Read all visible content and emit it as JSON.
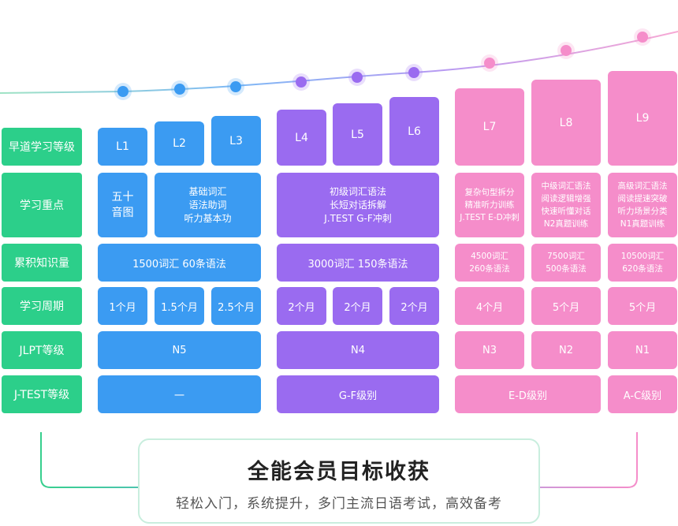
{
  "colors": {
    "green": "#2ccf8a",
    "blue": "#3b9bf2",
    "purple": "#9a6bf0",
    "pink": "#f58dca"
  },
  "row_labels": [
    "早道学习等级",
    "学习重点",
    "累积知识量",
    "学习周期",
    "JLPT等级",
    "J-TEST等级"
  ],
  "levels": [
    "L1",
    "L2",
    "L3",
    "L4",
    "L5",
    "L6",
    "L7",
    "L8",
    "L9"
  ],
  "focus": {
    "l1": "五十\n音图",
    "l2_l3": "基础词汇\n语法助词\n听力基本功",
    "l4_l6": "初级词汇语法\n长短对话拆解\nJ.TEST G-F冲刺",
    "l7": "复杂句型拆分\n精准听力训练\nJ.TEST E-D冲刺",
    "l8": "中级词汇语法\n阅读逻辑增强\n快速听懂对话\nN2真题训练",
    "l9": "高级词汇语法\n阅读提速突破\n听力场景分类\nN1真题训练"
  },
  "knowledge": {
    "blue": "1500词汇  60条语法",
    "purple": "3000词汇   150条语法",
    "l7": "4500词汇\n260条语法",
    "l8": "7500词汇\n500条语法",
    "l9": "10500词汇\n620条语法"
  },
  "period": [
    "1个月",
    "1.5个月",
    "2.5个月",
    "2个月",
    "2个月",
    "2个月",
    "4个月",
    "5个月",
    "5个月"
  ],
  "jlpt": {
    "blue": "N5",
    "purple": "N4",
    "l7": "N3",
    "l8": "N2",
    "l9": "N1"
  },
  "jtest": {
    "blue": "一",
    "purple": "G-F级别",
    "l7_l8": "E-D级别",
    "l9": "A-C级别"
  },
  "summary": {
    "title": "全能会员目标收获",
    "subtitle": "轻松入门，系统提升，多门主流日语考试，高效备考"
  }
}
